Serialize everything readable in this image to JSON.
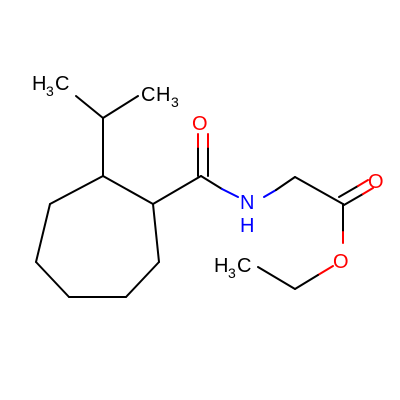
{
  "molecule": {
    "atoms": {
      "oxygen_carbonyl_amide": "O",
      "nitrogen": "N",
      "hydrogen_on_n": "H",
      "oxygen_carbonyl_ester": "O",
      "oxygen_ester": "O",
      "methyl_left": {
        "element": "H",
        "count": "3",
        "carbon": "C"
      },
      "methyl_right": {
        "element": "C",
        "subscript_h": "H",
        "count": "3"
      },
      "methyl_ethyl": {
        "element": "H",
        "count": "3",
        "carbon": "C"
      }
    },
    "colors": {
      "carbon": "#000000",
      "oxygen": "#ff0000",
      "nitrogen": "#0000ff"
    }
  }
}
